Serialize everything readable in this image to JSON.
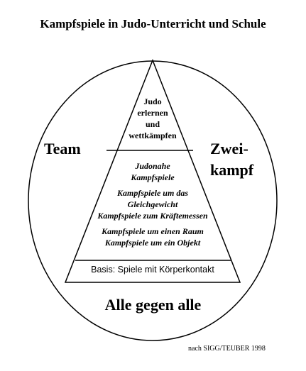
{
  "title": "Kampfspiele in Judo-Unterricht und Schule",
  "pyramid": {
    "top_lines": [
      "Judo",
      "erlernen",
      "und",
      "wettkämpfen"
    ],
    "middle_groups": [
      [
        "Judonahe",
        "Kampfspiele"
      ],
      [
        "Kampfspiele um das",
        "Gleichgewicht",
        "Kampfspiele zum Kräftemessen"
      ],
      [
        "Kampfspiele um einen Raum",
        "Kampfspiele um ein Objekt"
      ]
    ],
    "base": "Basis: Spiele mit Körperkontakt"
  },
  "left_label": "Team",
  "right_label_lines": [
    "Zwei-",
    "kampf"
  ],
  "bottom_label": "Alle gegen alle",
  "credit": "nach SIGG/TEUBER 1998"
}
